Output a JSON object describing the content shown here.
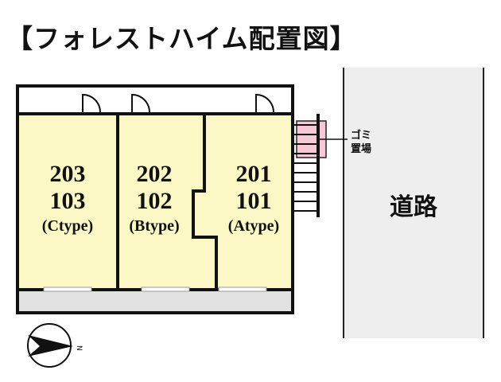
{
  "title": "【フォレストハイム配置図】",
  "rooms": [
    {
      "upper": "203",
      "lower": "103",
      "type": "(Ctype)"
    },
    {
      "upper": "202",
      "lower": "102",
      "type": "(Btype)"
    },
    {
      "upper": "201",
      "lower": "101",
      "type": "(Atype)"
    }
  ],
  "garbage": {
    "line1": "ゴミ",
    "line2": "置場"
  },
  "road": "道路",
  "compass": {
    "label": "N",
    "direction": "right"
  },
  "colors": {
    "room_fill": "#fbf8c6",
    "garbage_fill": "#f7c9d6",
    "road_fill": "#eeeeee",
    "corridor_fill": "#e2e2e2"
  }
}
